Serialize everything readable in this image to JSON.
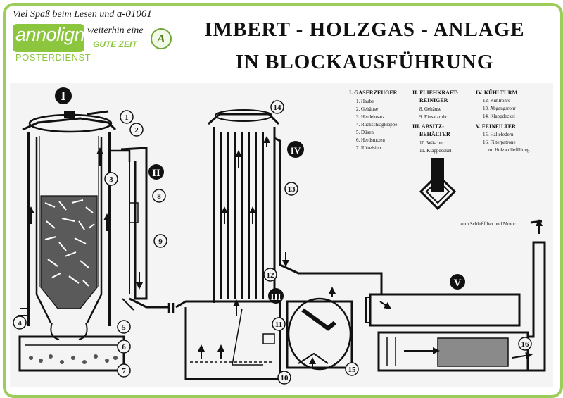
{
  "header": {
    "promo_line1": "Viel Spaß beim Lesen und",
    "promo_code": "a-01061",
    "promo_line2": "weiterhin eine",
    "promo_line3": "GUTE ZEIT",
    "badge_letter": "A",
    "logo_text": "annoligno",
    "logo_sub": "POSTERDIENST",
    "title_line1": "IMBERT - HOLZGAS - ANLAGE",
    "title_line2": "IN  BLOCKAUSFÜHRUNG"
  },
  "colors": {
    "frame": "#9ccc5a",
    "logo": "#8cc63f",
    "ink": "#111111",
    "paper": "#f4f4f4"
  },
  "sections": [
    {
      "numeral": "I",
      "title": "I. GASERZEUGER",
      "items": [
        "1. Haube",
        "2. Gehäuse",
        "3. Herdeinsatz",
        "4. Rückschlagklappe",
        "5. Düsen",
        "6. Herdstutzen",
        "7. Rüttelsieb"
      ]
    },
    {
      "numeral": "II",
      "title": "II. FLIEHKRAFT-",
      "title2": "REINIGER",
      "items": [
        "8. Gehäuse",
        "9. Einsatzrohr"
      ]
    },
    {
      "numeral": "III",
      "title": "III. ABSITZ-",
      "title2": "BEHÄLTER",
      "items": [
        "10. Wäscher",
        "11. Klappdeckel"
      ]
    },
    {
      "numeral": "IV",
      "title": "IV. KÜHLTURM",
      "items": [
        "12. Kühlrohre",
        "13. Abgangsrohr",
        "14. Klappdeckel"
      ]
    },
    {
      "numeral": "V",
      "title": "V. FEINFILTER",
      "items": [
        "15. Haltefedern",
        "16. Filterpatrone",
        "m. Holzwollefüllung"
      ]
    }
  ],
  "callouts": [
    "1",
    "2",
    "3",
    "4",
    "5",
    "6",
    "7",
    "8",
    "9",
    "10",
    "11",
    "12",
    "13",
    "14",
    "15",
    "16"
  ],
  "annotation": "zum Schlußfilter und Motor"
}
